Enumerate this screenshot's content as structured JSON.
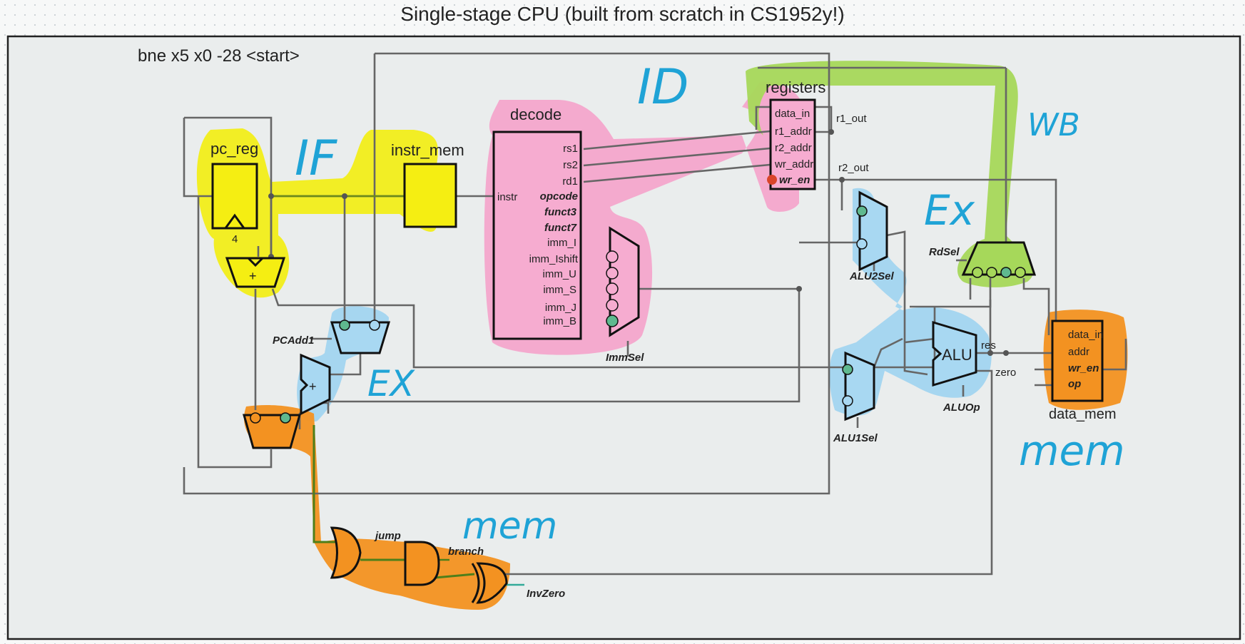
{
  "title": "Single-stage CPU (built from scratch in CS1952y!)",
  "instruction": "bne x5 x0 -28 <start>",
  "stages": {
    "if": "IF",
    "id": "ID",
    "ex1": "EX",
    "ex2": "Ex",
    "wb": "WB",
    "mem1": "mem",
    "mem2": "mem"
  },
  "blocks": {
    "pc_reg": "pc_reg",
    "pc_inc": "4",
    "pc_adder": "+",
    "instr_mem": "instr_mem",
    "decode": "decode",
    "registers": "registers",
    "data_mem": "data_mem",
    "branch_adder": "+",
    "alu": "ALU"
  },
  "decode_ports": {
    "input": "instr",
    "outputs": [
      "rs1",
      "rs2",
      "rd1",
      "opcode",
      "funct3",
      "funct7",
      "imm_I",
      "imm_Ishift",
      "imm_U",
      "imm_S",
      "imm_J",
      "imm_B"
    ]
  },
  "register_ports": {
    "inputs": [
      "data_in",
      "r1_addr",
      "r2_addr",
      "wr_addr",
      "wr_en"
    ],
    "outputs": [
      "r1_out",
      "r2_out"
    ]
  },
  "data_mem_ports": [
    "data_in",
    "addr",
    "wr_en",
    "op"
  ],
  "alu_ports": [
    "res",
    "zero"
  ],
  "control_signals": [
    "ImmSel",
    "PCAdd1",
    "ALU2Sel",
    "ALU1Sel",
    "ALUOp",
    "RdSel",
    "jump",
    "branch",
    "InvZero"
  ],
  "colors": {
    "if_highlight": "#f2ee1a",
    "id_highlight": "#f4a6cc",
    "ex_highlight": "#9fd3ef",
    "wb_highlight": "#a6d85a",
    "mem_highlight": "#f39221",
    "handwriting": "#1fa3d6",
    "wire": "#666666"
  }
}
